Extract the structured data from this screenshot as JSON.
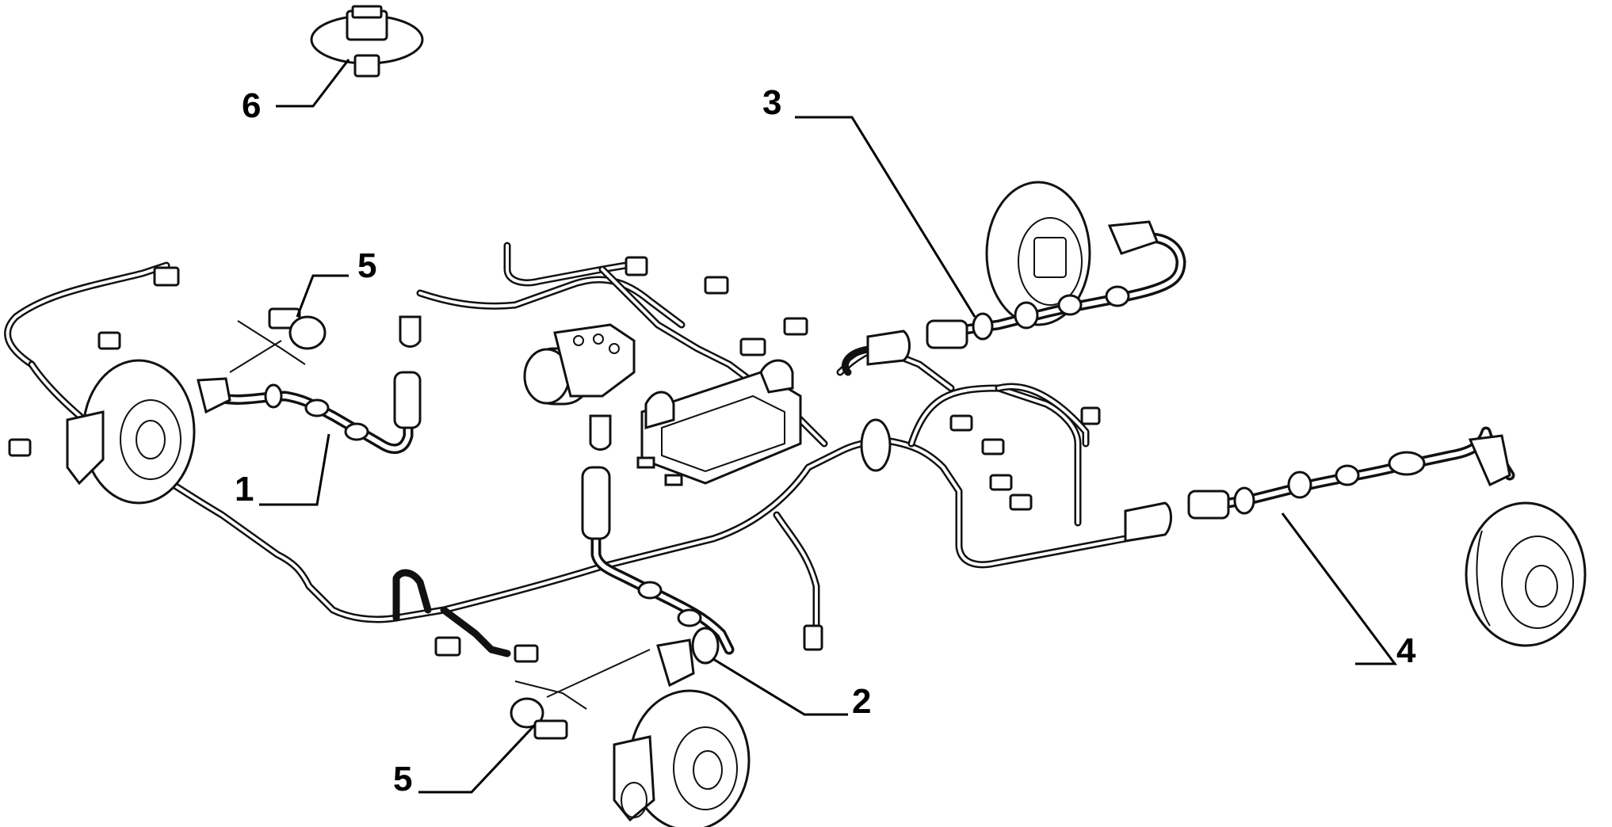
{
  "callouts": [
    {
      "id": "1",
      "label": "1"
    },
    {
      "id": "2",
      "label": "2"
    },
    {
      "id": "3",
      "label": "3"
    },
    {
      "id": "4",
      "label": "4"
    },
    {
      "id": "5a",
      "label": "5"
    },
    {
      "id": "5b",
      "label": "5"
    },
    {
      "id": "6",
      "label": "6"
    }
  ],
  "colors": {
    "line": "#111111",
    "background": "#ffffff"
  }
}
